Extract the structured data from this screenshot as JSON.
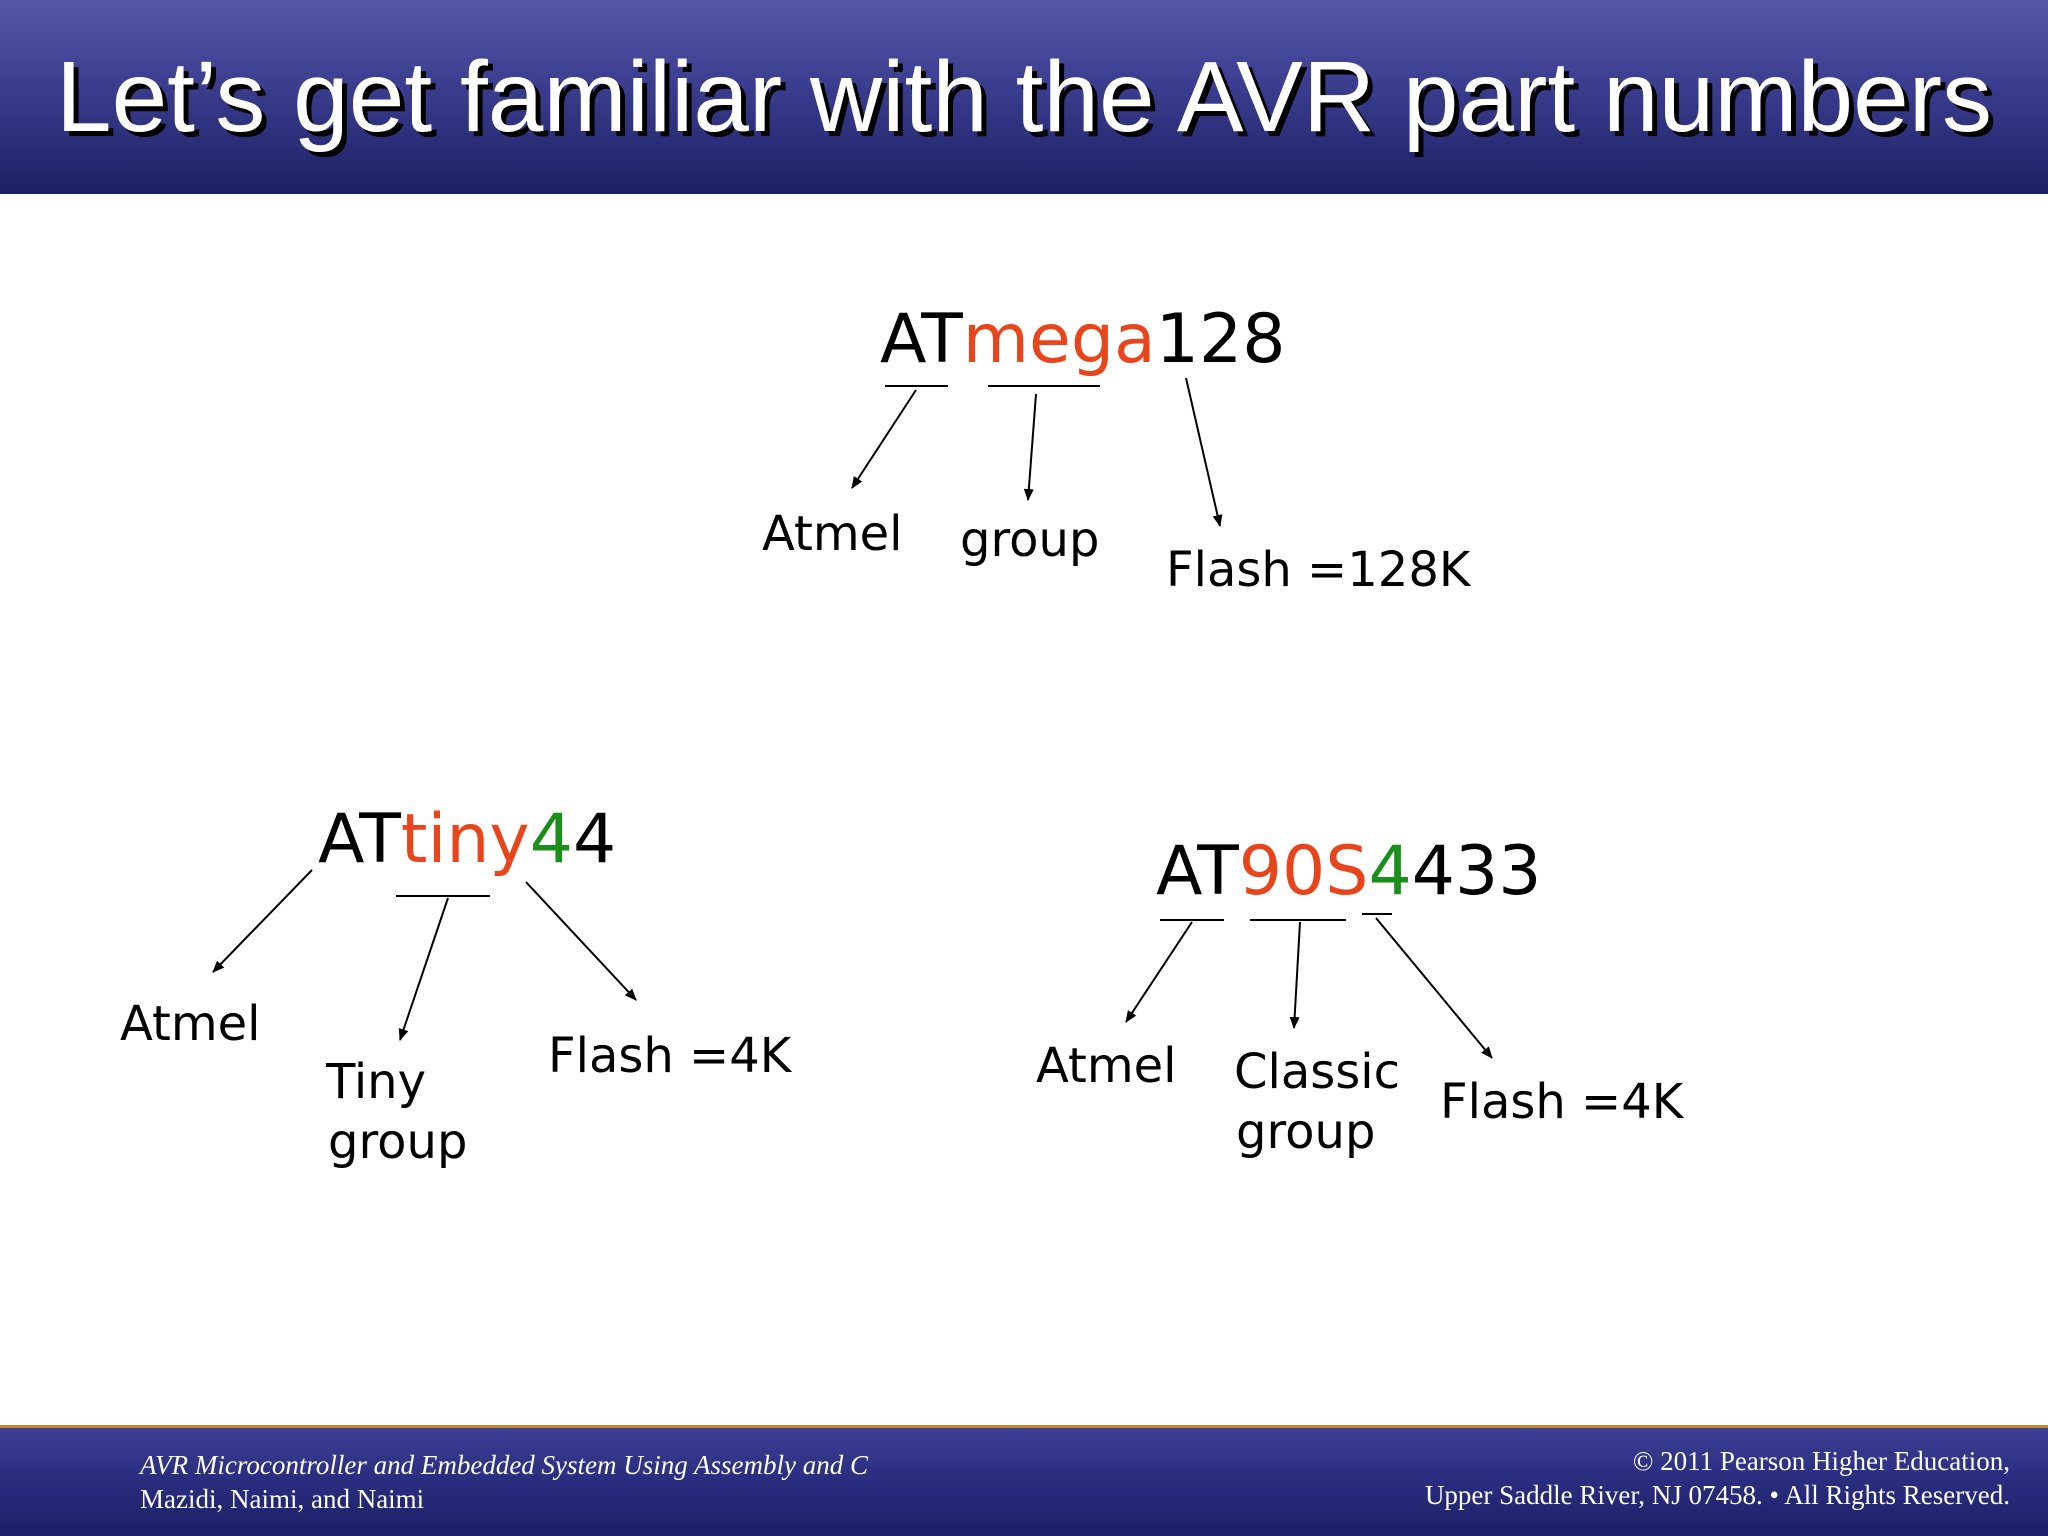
{
  "title": "Let’s get familiar with the AVR part numbers",
  "colors": {
    "black": "#000000",
    "family": "#e8451c",
    "digit": "#1a8f1a",
    "header_top": "#5558a8",
    "header_bottom": "#1c1f62",
    "footer_accent": "#c8862a"
  },
  "diagrams": {
    "mega": {
      "part": {
        "prefix": "AT",
        "family": "mega",
        "number": "128"
      },
      "labels": {
        "maker": "Atmel",
        "group": "group",
        "flash": "Flash =128K"
      }
    },
    "tiny": {
      "part": {
        "prefix": "AT",
        "family": "tiny",
        "digit": "4",
        "rest": "4"
      },
      "labels": {
        "maker": "Atmel",
        "group_line1": "Tiny",
        "group_line2": "group",
        "flash": "Flash =4K"
      }
    },
    "classic": {
      "part": {
        "prefix": "AT",
        "family": "90S",
        "digit": "4",
        "rest": "433"
      },
      "labels": {
        "maker": "Atmel",
        "group_line1": "Classic",
        "group_line2": "group",
        "flash": "Flash =4K"
      }
    }
  },
  "footer": {
    "book_title": "AVR Microcontroller and Embedded System Using Assembly and C",
    "authors": "Mazidi, Naimi, and Naimi",
    "copyright": "© 2011   Pearson Higher Education,",
    "address": "Upper Saddle River, NJ 07458. • All Rights Reserved."
  }
}
